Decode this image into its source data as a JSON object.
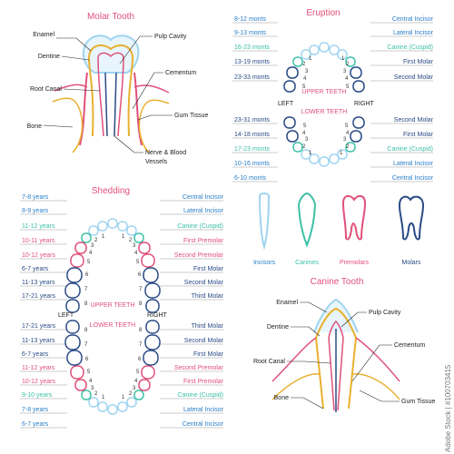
{
  "colors": {
    "pink": "#e0507a",
    "blue": "#2a7fc8",
    "teal": "#3cc0a6",
    "navy": "#2a4b86",
    "yellow": "#e8b030",
    "lightblue": "#9fd4f0",
    "dark": "#222222",
    "grey": "#555555"
  },
  "molar": {
    "title": "Molar Tooth",
    "enamel": "Enamel",
    "dentine": "Dentine",
    "root_canal": "Root Canal",
    "bone": "Bone",
    "pulp_cavity": "Pulp Cavity",
    "cementum": "Cementum",
    "gum_tissue": "Gum Tissue",
    "nerve_1": "Nerve & Blood",
    "nerve_2": "Vessels"
  },
  "eruption": {
    "title": "Eruption",
    "upper_teeth": "UPPER TEETH",
    "lower_teeth": "LOWER TEETH",
    "left": "LEFT",
    "right": "RIGHT",
    "upper_ages": [
      "8-12 monts",
      "9-13 monts",
      "16-23 monts",
      "13-19 monts",
      "23-33 monts"
    ],
    "upper_names": [
      "Central Incisor",
      "Lateral Incisor",
      "Canine (Cuspid)",
      "First Molar",
      "Second Molar"
    ],
    "lower_ages": [
      "23-31 monts",
      "14-18 monts",
      "17-23 monts",
      "10-16 monts",
      "6-10 monts"
    ],
    "lower_names": [
      "Second Molar",
      "First Molar",
      "Canine (Cuspid)",
      "Lateral Incisor",
      "Central Incisor"
    ],
    "tooth_numbers": [
      "1",
      "2",
      "3",
      "4",
      "5"
    ]
  },
  "types": {
    "incisors": "Incisors",
    "canines": "Canines",
    "premolars": "Premolars",
    "molars": "Molars"
  },
  "shedding": {
    "title": "Shedding",
    "upper_teeth": "UPPER TEETH",
    "lower_teeth": "LOWER TEETH",
    "left": "LEFT",
    "right": "RIGHT",
    "upper_ages": [
      "7-8 years",
      "8-9 years",
      "11-12 years",
      "10-11 years",
      "10-12 years",
      "6-7 years",
      "11-13 years",
      "17-21 years"
    ],
    "upper_names": [
      "Central Incisor",
      "Lateral Incisor",
      "Canine (Cuspid)",
      "First Premolar",
      "Second Premolar",
      "First Molar",
      "Second Molar",
      "Third Molar"
    ],
    "lower_ages": [
      "17-21 years",
      "11-13 years",
      "6-7 years",
      "11-12 years",
      "10-12 years",
      "9-10 years",
      "7-8 years",
      "6-7 years"
    ],
    "lower_names": [
      "Third Molar",
      "Second Molar",
      "First Molar",
      "Second Premolar",
      "First Premolar",
      "Canine (Cuspid)",
      "Lateral Incisor",
      "Central Incisor"
    ],
    "tooth_numbers": [
      "1",
      "2",
      "3",
      "4",
      "5",
      "6",
      "7",
      "8"
    ]
  },
  "canine": {
    "title": "Canine Tooth",
    "enamel": "Enamel",
    "dentine": "Dentine",
    "root_canal": "Root Canal",
    "bone": "Bone",
    "pulp_cavity": "Pulp Cavity",
    "cementum": "Cementum",
    "gum_tissue": "Gum Tissue"
  },
  "watermark": "Adobe Stock | #100703415"
}
